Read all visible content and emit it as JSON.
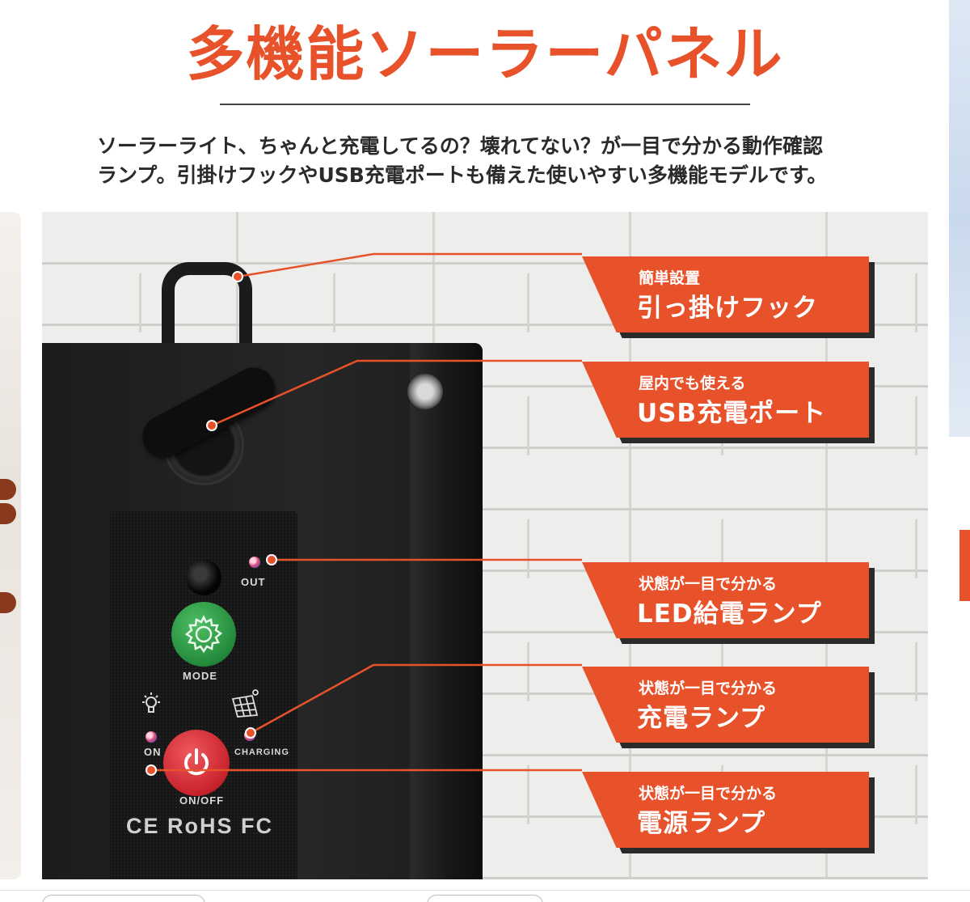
{
  "header": {
    "title": "多機能ソーラーパネル",
    "subtitle_line1": "ソーラーライト、ちゃんと充電してるの？壊れてない？が一目で分かる動作確認",
    "subtitle_line2": "ランプ。引掛けフックやUSB充電ポートも備えた使いやすい多機能モデルです。"
  },
  "device": {
    "label_out": "OUT",
    "label_mode": "MODE",
    "label_on": "ON",
    "label_charging": "CHARGING",
    "label_onoff": "ON/OFF",
    "certifications": "CE RoHS FC",
    "icons": [
      "gear-icon",
      "power-icon",
      "bulb-icon",
      "solar-panel-icon"
    ]
  },
  "callouts": [
    {
      "small": "簡単設置",
      "big": "引っ掛けフック"
    },
    {
      "small": "屋内でも使える",
      "big": "USB充電ポート"
    },
    {
      "small": "状態が一目で分かる",
      "big": "LED給電ランプ"
    },
    {
      "small": "状態が一目で分かる",
      "big": "充電ランプ"
    },
    {
      "small": "状態が一目で分かる",
      "big": "電源ランプ"
    }
  ],
  "colors": {
    "accent": "#e8522a",
    "mode_button": "#23893b",
    "power_button": "#c8232c"
  }
}
